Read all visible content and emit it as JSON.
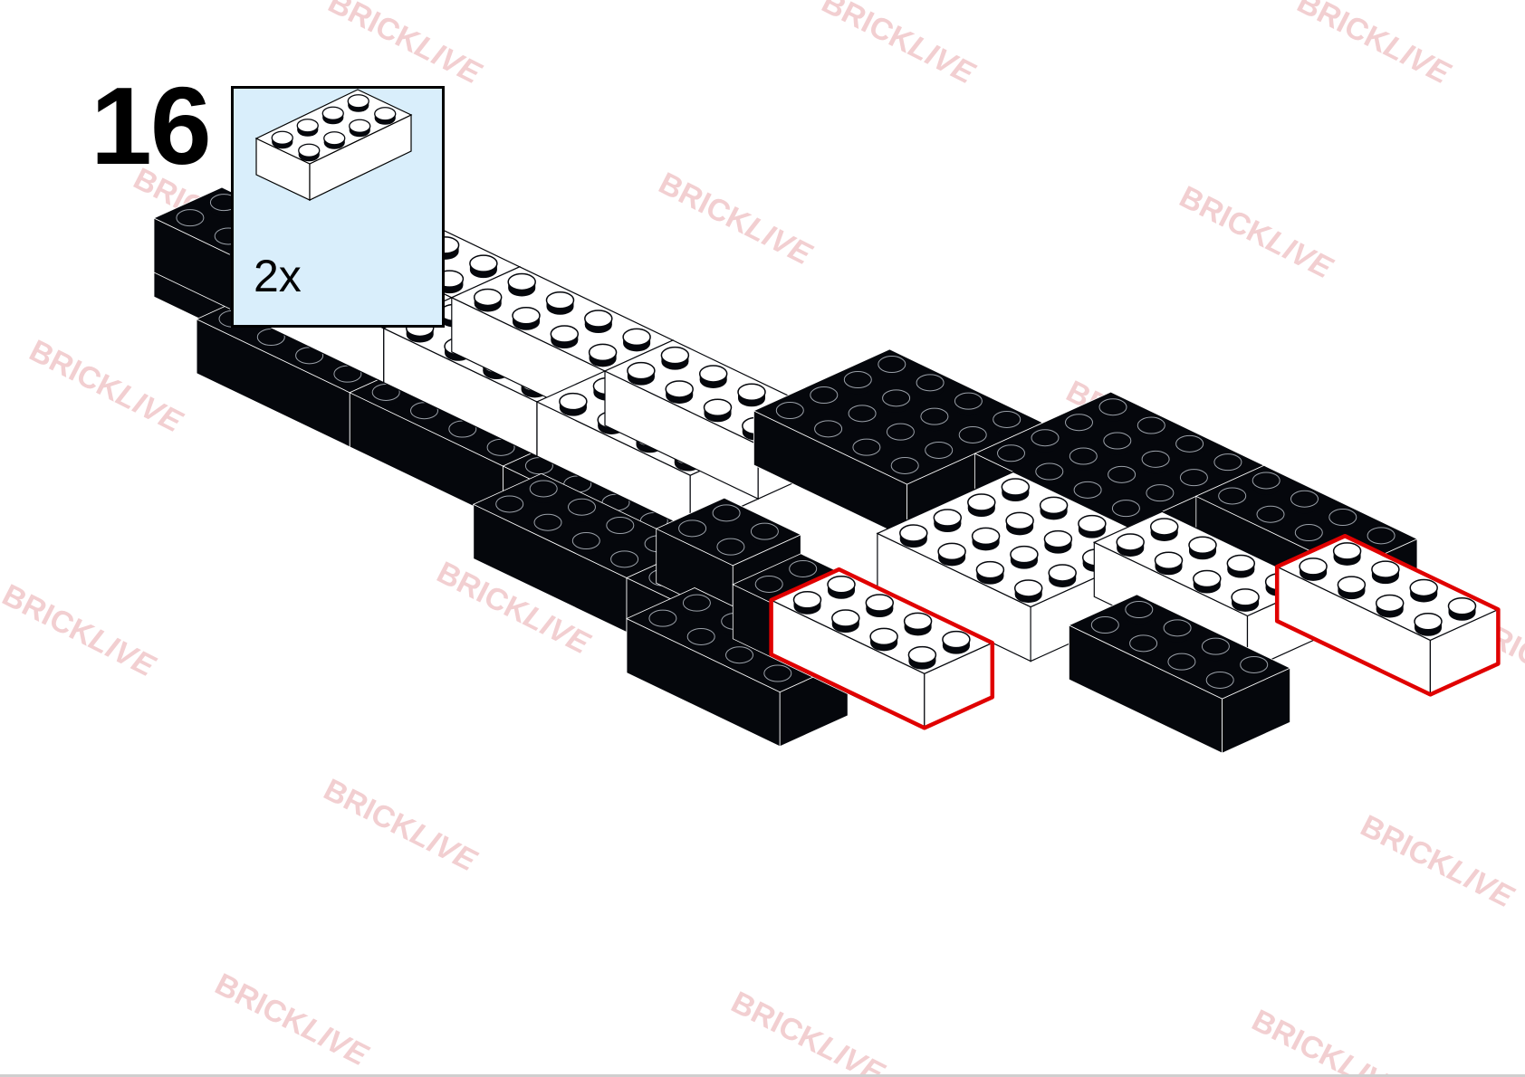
{
  "step": {
    "number": "16"
  },
  "parts_callout": {
    "quantity": "2x",
    "part_icon": "white-2x4-brick-icon",
    "background": "#d9eefb"
  },
  "watermark": {
    "word1": "BRICK",
    "word2": "LIVE",
    "color": "#e9a9ad"
  },
  "colors": {
    "black_brick": "#05070c",
    "white_brick": "#ffffff",
    "highlight": "#e00000"
  },
  "highlights": {
    "count": 2,
    "description_color": "#e00000"
  }
}
